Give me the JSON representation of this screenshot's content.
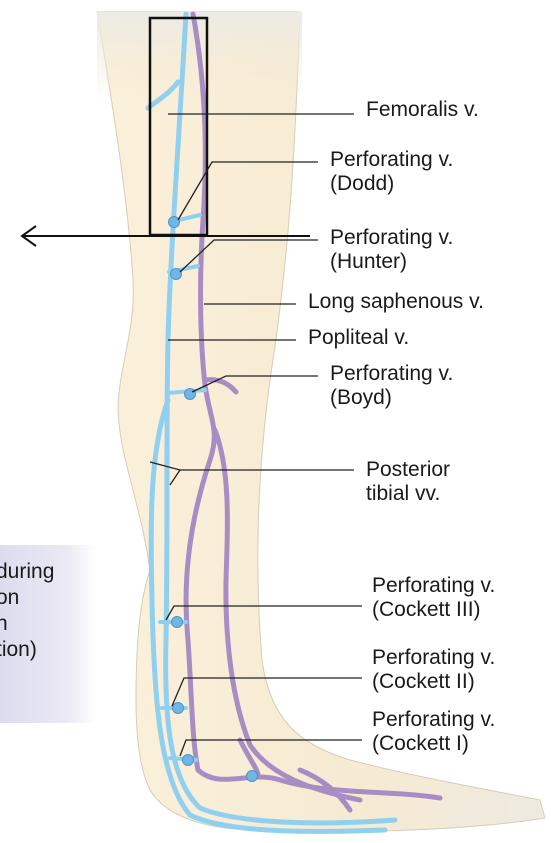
{
  "labels": {
    "femoralis": "Femoralis v.",
    "dodd": [
      "Perforating v.",
      "(Dodd)"
    ],
    "hunter": [
      "Perforating v.",
      "(Hunter)"
    ],
    "long_saphenous": "Long saphenous v.",
    "popliteal": "Popliteal v.",
    "boyd": [
      "Perforating v.",
      "(Boyd)"
    ],
    "posterior_tibial": [
      "Posterior",
      "tibial vv."
    ],
    "cockett_3": [
      "Perforating v.",
      "(Cockett III)"
    ],
    "cockett_2": [
      "Perforating v.",
      "(Cockett II)"
    ],
    "cockett_1": [
      "Perforating v.",
      "(Cockett I)"
    ]
  },
  "side_note": [
    "during",
    "on",
    "n",
    "tion)"
  ],
  "colors": {
    "deep_vein": "#8fd0f0",
    "superficial_vein": "#a88dc4",
    "perforator_node": "#6fb6e6",
    "skin": "#f7ebd3",
    "leader_line": "#222222"
  },
  "icons": {
    "arrow": "left-arrow-icon"
  }
}
